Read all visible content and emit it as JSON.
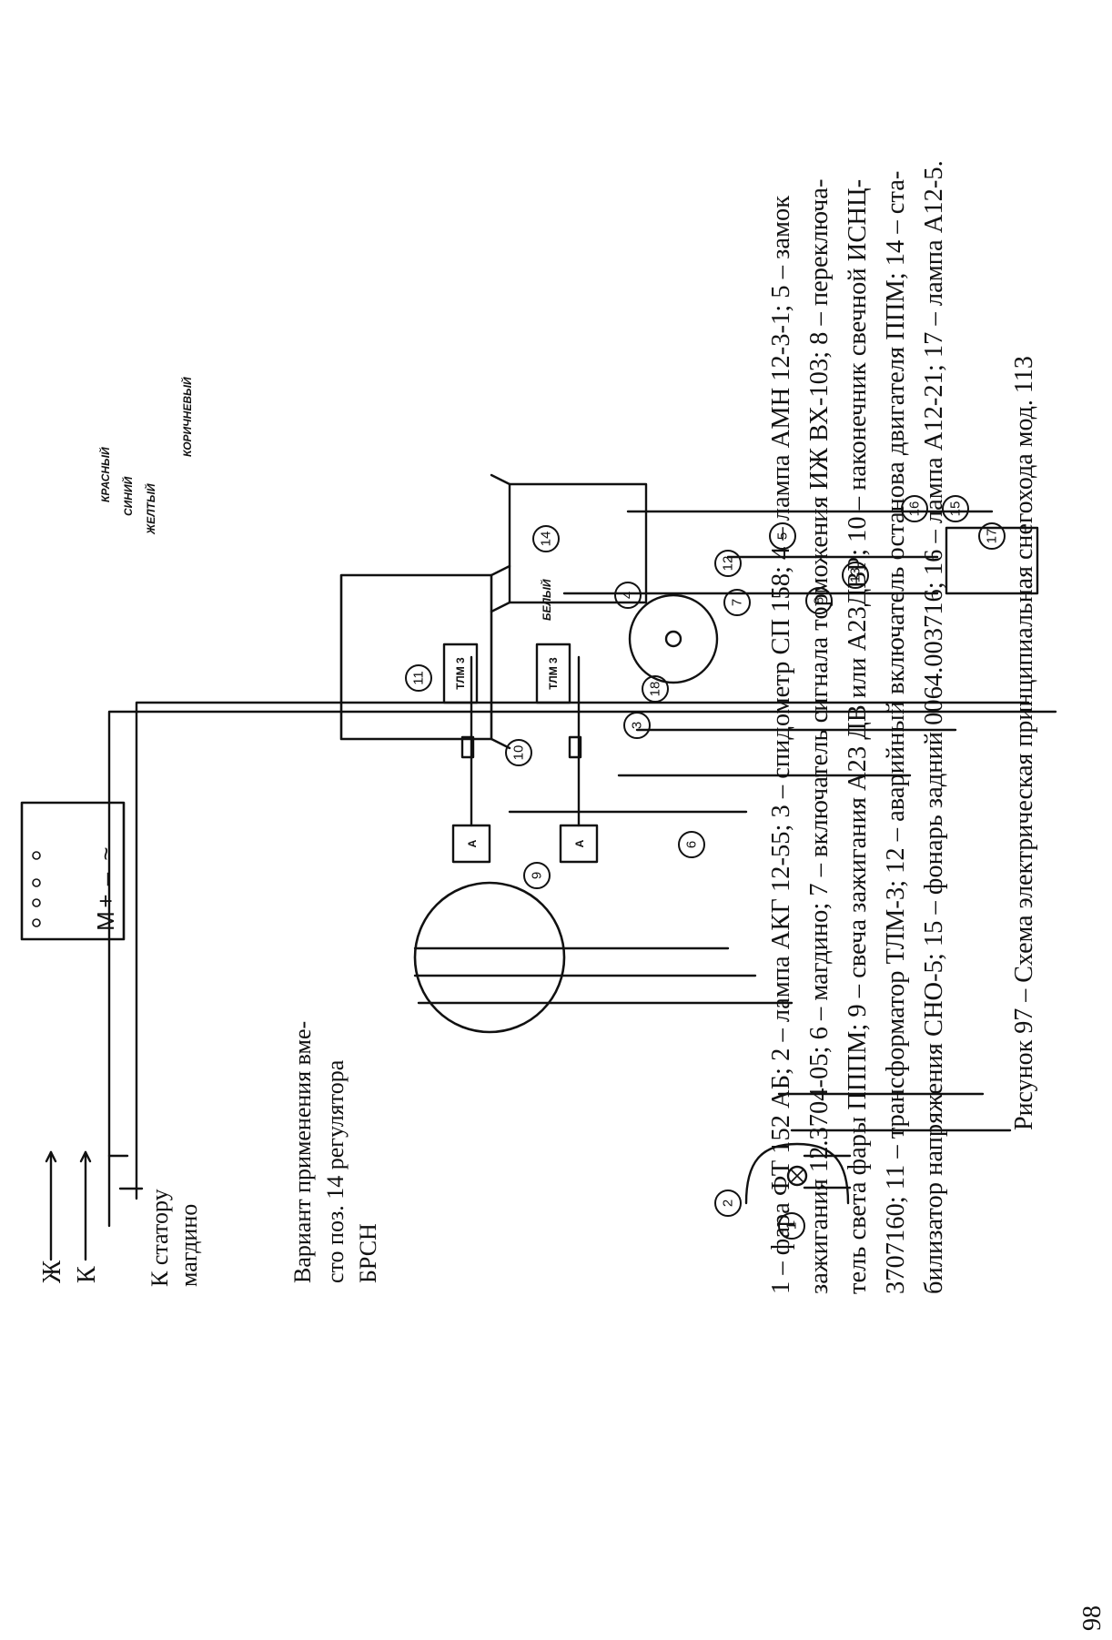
{
  "figure": {
    "caption": "Рисунок 97 – Схема электрическая принципиальная снегохода мод. 113",
    "page_number": "98"
  },
  "inset": {
    "lead_zh": "Ж",
    "lead_k": "К",
    "stator_line1": "К статору",
    "stator_line2": "магдино",
    "terminals": [
      "М",
      "+",
      "–",
      "~"
    ],
    "variant_line1": "Вариант применения вме-",
    "variant_line2": "сто поз. 14 регулятора",
    "variant_line3": "БРСН"
  },
  "legend": {
    "line1": "1 – фара ФТ 152 АБ; 2 – лампа АКГ 12-55; 3 – спидометр СП 158; 4 – лампа АМН 12-3-1; 5 – замок",
    "line2": "зажигания 12.3704-05; 6 – магдино; 7 – включатель сигнала торможения ИЖ ВХ-103; 8 – переключа-",
    "line3": "тель света фары ПППМ; 9 – свеча зажигания А23 ДВ или А23ДВР; 10 – наконечник свечной ИСНЦ-",
    "line4": "3707160; 11 – трансформатор ТЛМ-3; 12 – аварийный включатель останова двигателя ППМ; 14 – ста-",
    "line5": "билизатор напряжения СНО-5; 15 – фонарь задний 0064.003716; 16 – лампа А12-21; 17 – лампа А12-5."
  },
  "diagram": {
    "callouts": [
      "1",
      "2",
      "3",
      "4",
      "5",
      "6",
      "7",
      "8",
      "9",
      "10",
      "11",
      "12",
      "13",
      "14",
      "15",
      "16",
      "17",
      "18"
    ],
    "transformer_label": "ТЛМ 3",
    "plug_label": "А",
    "wire_labels": {
      "red": "КРАСНЫЙ",
      "blue": "СИНИЙ",
      "yellow": "ЖЕЛТЫЙ",
      "white": "БЕЛЫЙ",
      "brown": "КОРИЧНЕВЫЙ"
    }
  }
}
